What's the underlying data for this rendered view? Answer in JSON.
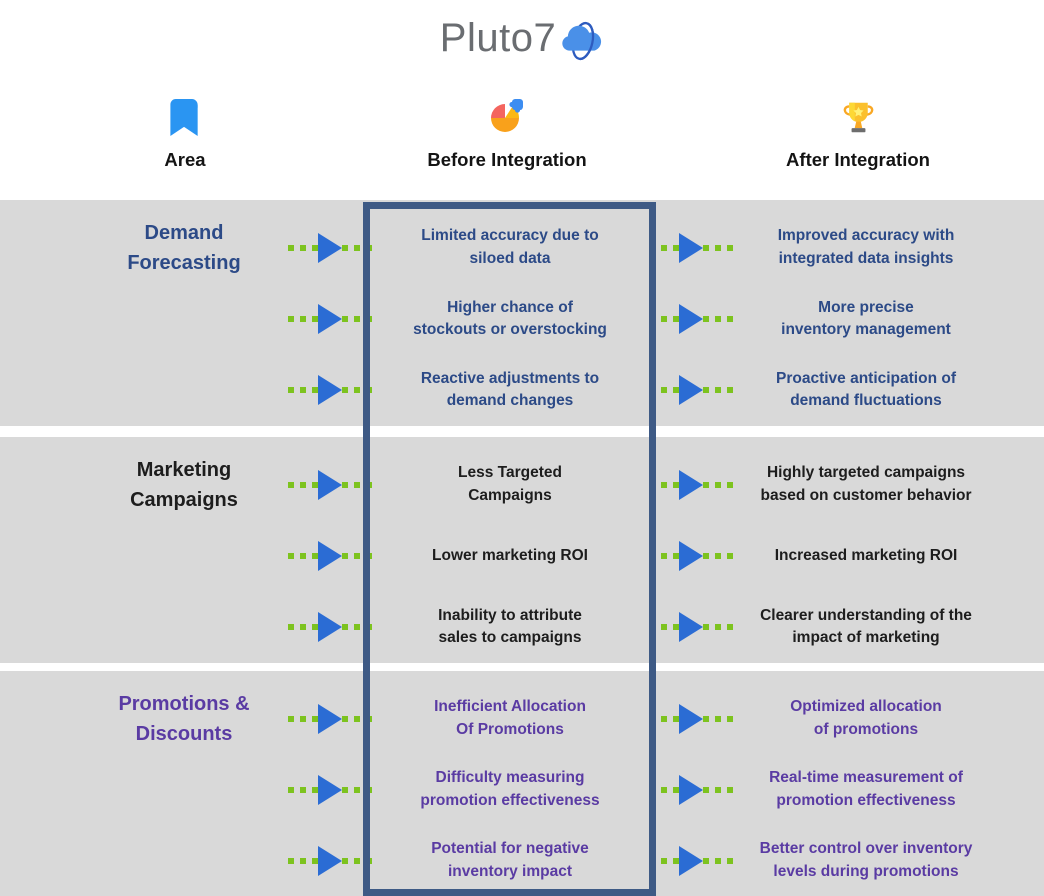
{
  "logo": {
    "text": "Pluto7"
  },
  "header": {
    "columns": [
      {
        "label": "Area",
        "icon": "bookmark-icon"
      },
      {
        "label": "Before Integration",
        "icon": "puzzle-icon"
      },
      {
        "label": "After Integration",
        "icon": "trophy-icon"
      }
    ]
  },
  "groups": [
    {
      "area": "Demand\nForecasting",
      "color": "#2c4a87",
      "rows": [
        {
          "before": "Limited accuracy due to\nsiloed data",
          "after": "Improved accuracy with\nintegrated data insights"
        },
        {
          "before": "Higher chance of\nstockouts or overstocking",
          "after": "More precise\ninventory management"
        },
        {
          "before": "Reactive adjustments to\ndemand changes",
          "after": "Proactive anticipation of\ndemand fluctuations"
        }
      ]
    },
    {
      "area": "Marketing\nCampaigns",
      "color": "#1d1d1d",
      "rows": [
        {
          "before": "Less Targeted\nCampaigns",
          "after": "Highly targeted campaigns\nbased on customer behavior"
        },
        {
          "before": "Lower marketing ROI",
          "after": "Increased marketing ROI"
        },
        {
          "before": "Inability to attribute\nsales to campaigns",
          "after": "Clearer understanding of the\nimpact of marketing"
        }
      ]
    },
    {
      "area": "Promotions &\nDiscounts",
      "color": "#5a3ba3",
      "rows": [
        {
          "before": "Inefficient Allocation\nOf Promotions",
          "after": "Optimized allocation\nof promotions"
        },
        {
          "before": "Difficulty measuring\npromotion effectiveness",
          "after": "Real-time measurement of\npromotion effectiveness"
        },
        {
          "before": "Potential for negative\ninventory impact",
          "after": "Better control over inventory\nlevels during promotions"
        }
      ]
    }
  ],
  "colors": {
    "band_background": "#d9d9d9",
    "highlight_box_border": "#3e5a85",
    "arrow_triangle": "#2b6cd4",
    "arrow_dots": "#7dc31f",
    "logo_text": "#6a6d71",
    "logo_cloud": "#4a90e8"
  }
}
